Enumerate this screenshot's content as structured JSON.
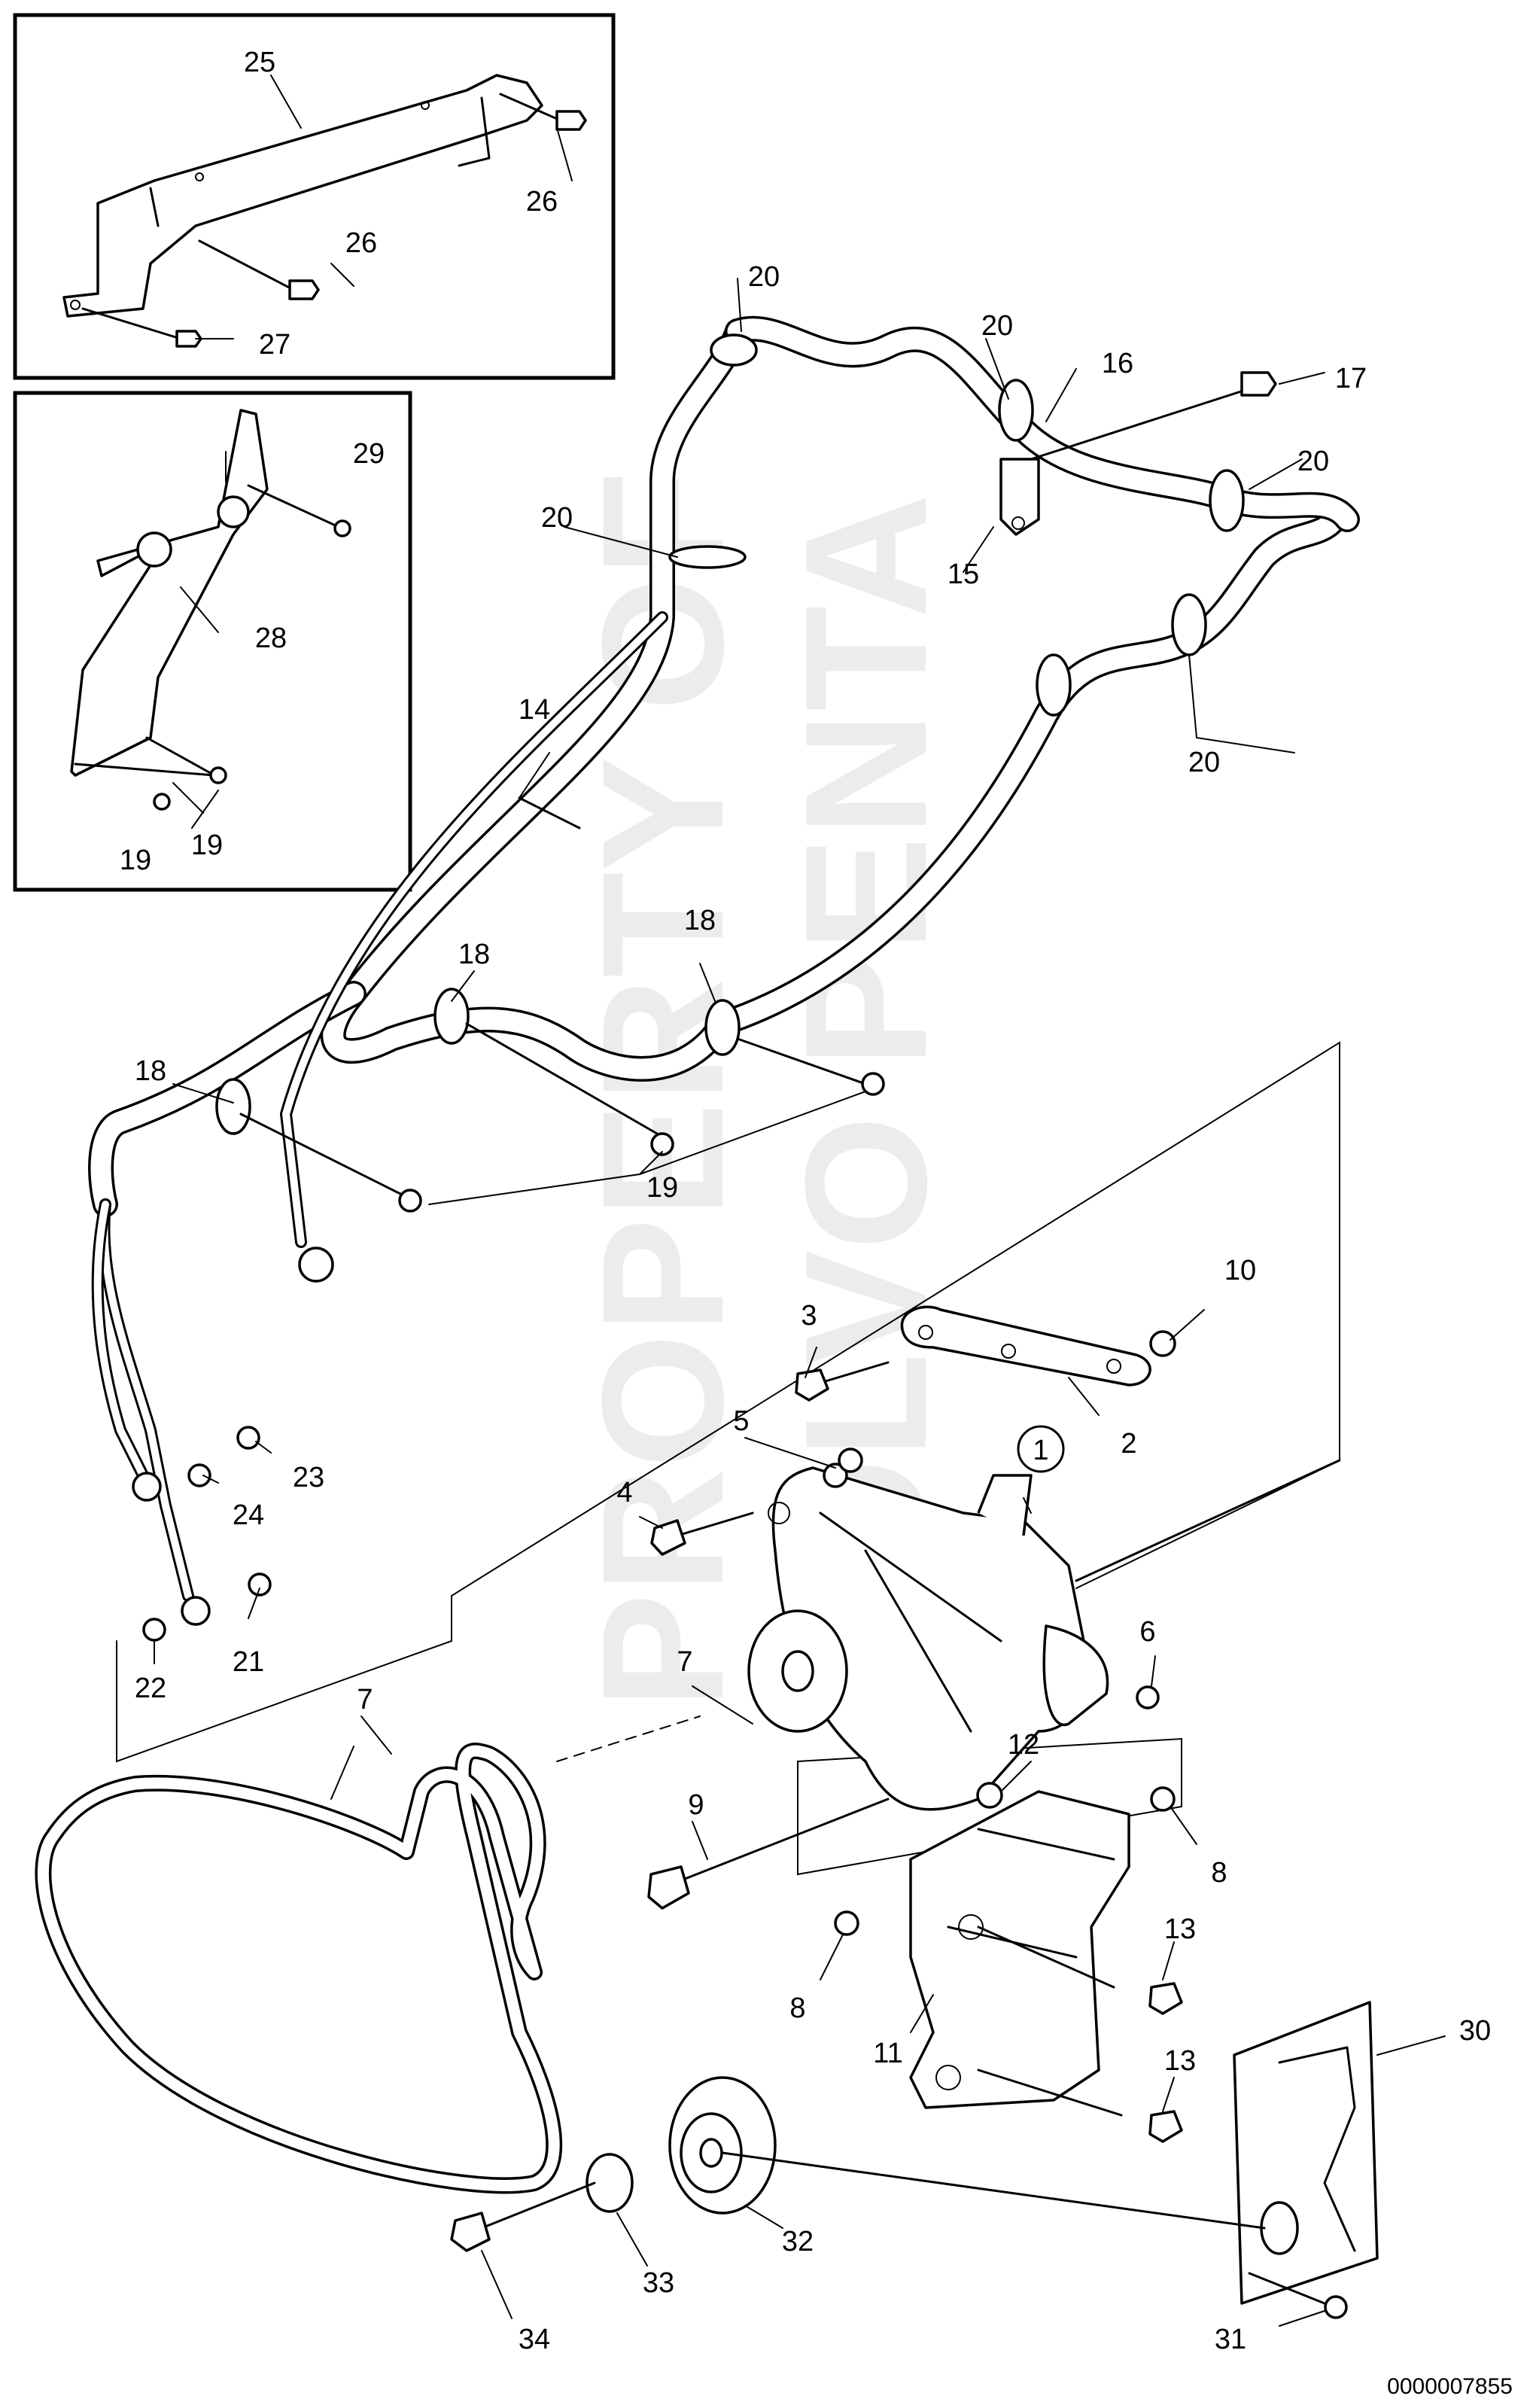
{
  "watermark": {
    "line1": "PROPERTY OF",
    "line2": "VOLVO PENTA"
  },
  "drawing_number": "0000007855",
  "callouts": {
    "c1": "1",
    "c2": "2",
    "c3": "3",
    "c4": "4",
    "c5": "5",
    "c6": "6",
    "c7a": "7",
    "c7b": "7",
    "c8a": "8",
    "c8b": "8",
    "c9": "9",
    "c10": "10",
    "c11": "11",
    "c12": "12",
    "c13a": "13",
    "c13b": "13",
    "c14": "14",
    "c15": "15",
    "c16": "16",
    "c17": "17",
    "c18a": "18",
    "c18b": "18",
    "c18c": "18",
    "c19a": "19",
    "c19b": "19",
    "c19c": "19",
    "c20a": "20",
    "c20b": "20",
    "c20c": "20",
    "c20d": "20",
    "c20e": "20",
    "c21": "21",
    "c22": "22",
    "c23": "23",
    "c24": "24",
    "c25": "25",
    "c26a": "26",
    "c26b": "26",
    "c27": "27",
    "c28": "28",
    "c29": "29",
    "c30": "30",
    "c31": "31",
    "c32": "32",
    "c33": "33",
    "c34": "34"
  }
}
